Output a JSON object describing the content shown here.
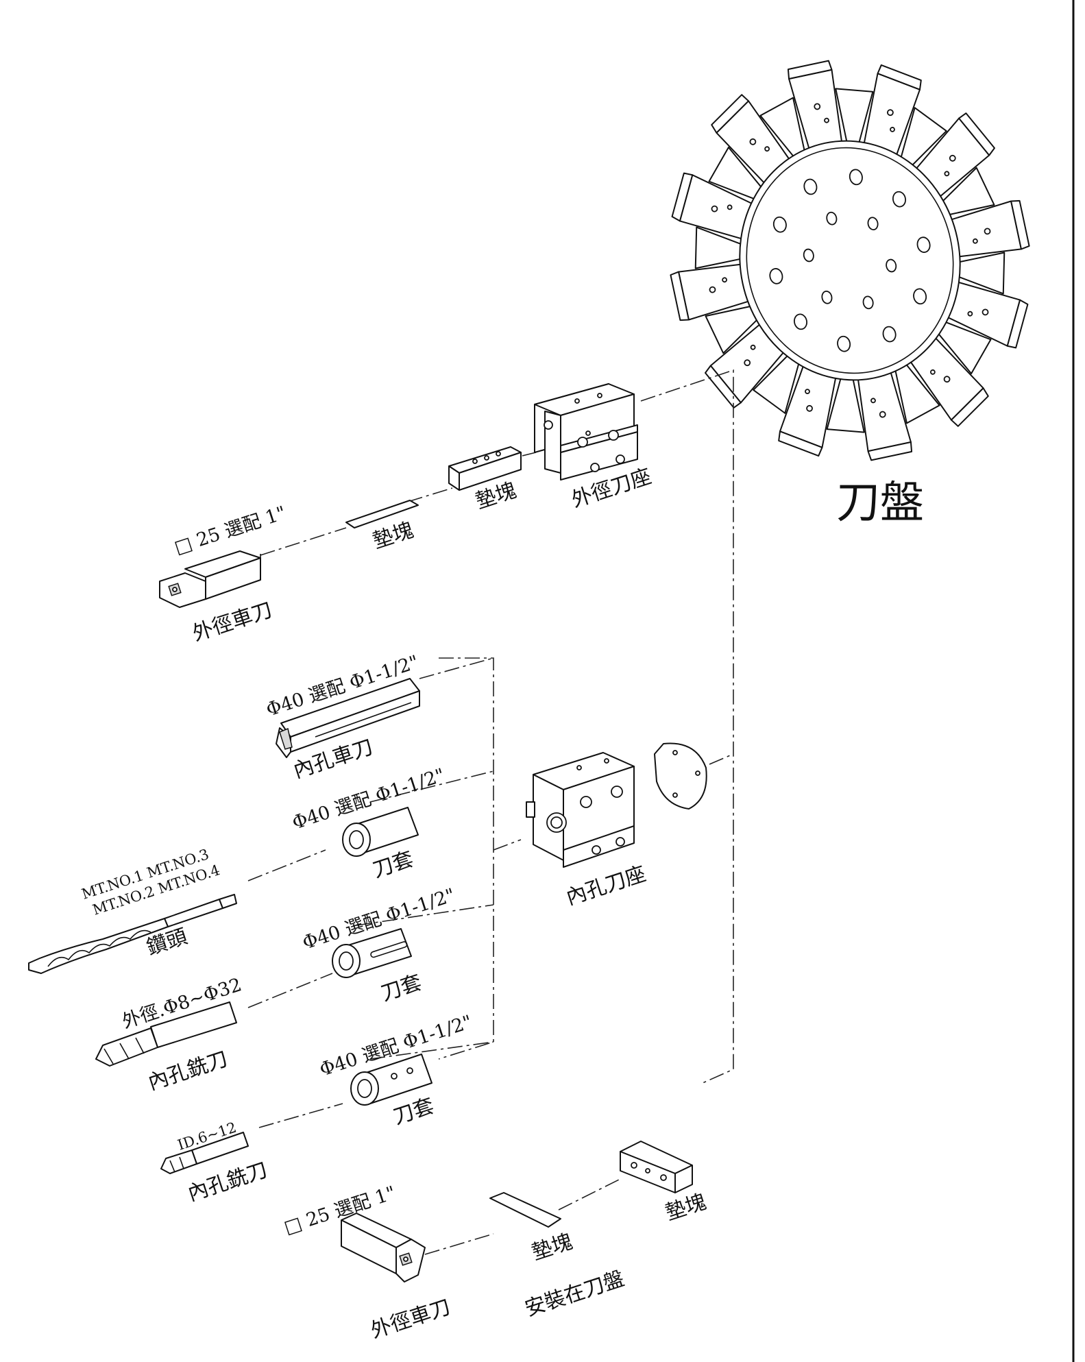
{
  "title": "刀盤",
  "labels": {
    "od_holder": "外徑刀座",
    "pad_top_block": "墊塊",
    "pad_top_plate": "墊塊",
    "od_tool_top": "外徑車刀",
    "od_tool_top_spec": "□ 25 選配 1\"",
    "boring_bar": "內孔車刀",
    "boring_bar_spec": "Φ40 選配 Φ1-1/2\"",
    "sleeve_1": "刀套",
    "sleeve_1_spec": "Φ40 選配 Φ1-1/2\"",
    "drill_mt_line1": "MT.NO.1  MT.NO.3",
    "drill_mt_line2": "MT.NO.2  MT.NO.4",
    "drill": "鑽頭",
    "sleeve_2": "刀套",
    "sleeve_2_spec": "Φ40 選配 Φ1-1/2\"",
    "endmill_1_spec": "外徑.Φ8~Φ32",
    "endmill_1": "內孔銑刀",
    "sleeve_3": "刀套",
    "sleeve_3_spec": "Φ40 選配 Φ1-1/2\"",
    "endmill_2_spec": "ID.6~12",
    "endmill_2": "內孔銑刀",
    "id_holder": "內孔刀座",
    "pad_bottom_block": "墊塊",
    "pad_bottom_plate": "墊塊",
    "mount_note": "安裝在刀盤",
    "od_tool_bottom_spec": "□ 25 選配 1\"",
    "od_tool_bottom": "外徑車刀"
  }
}
